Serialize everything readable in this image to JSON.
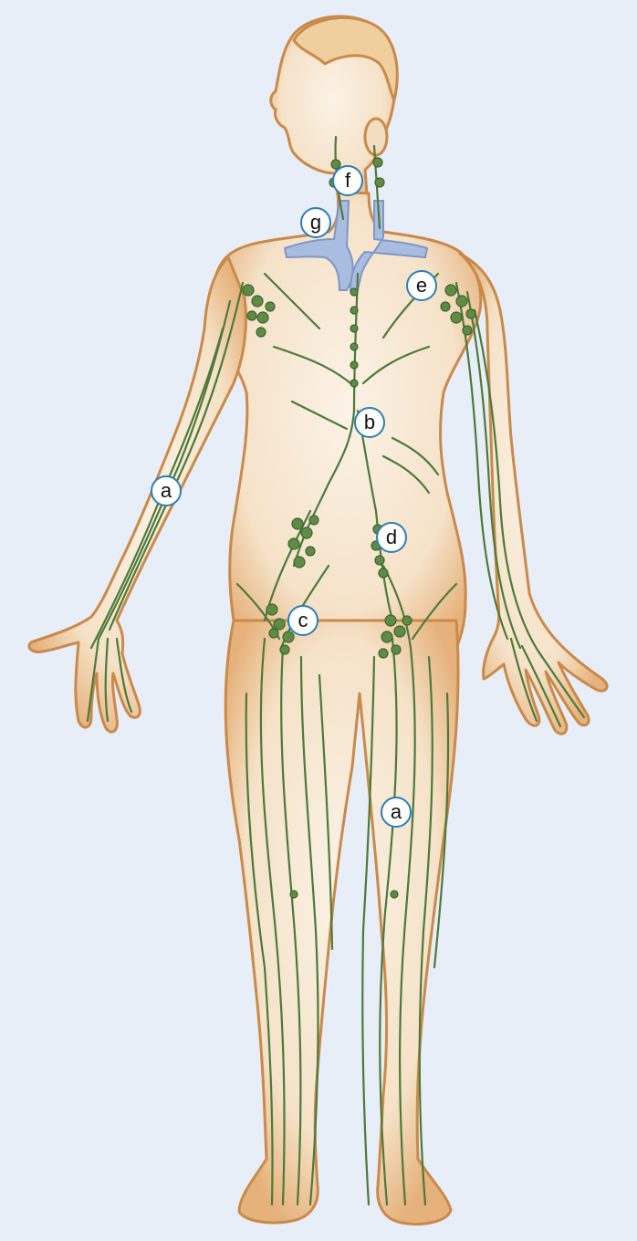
{
  "colors": {
    "background": "#e8eef8",
    "skin": "#f7e6d0",
    "skin_outline": "#c98a4a",
    "skin_shadow": "#e3a86a",
    "lymph_vessel": "#4d7a3a",
    "lymph_node": "#5f8c45",
    "vein": "#a9bde0",
    "badge_border": "#2a7fb8",
    "badge_fill": "#ffffff"
  },
  "labels": [
    {
      "id": "a-arm",
      "text": "a"
    },
    {
      "id": "a-leg",
      "text": "a"
    },
    {
      "id": "b",
      "text": "b"
    },
    {
      "id": "c",
      "text": "c"
    },
    {
      "id": "d",
      "text": "d"
    },
    {
      "id": "e",
      "text": "e"
    },
    {
      "id": "f",
      "text": "f"
    },
    {
      "id": "g",
      "text": "g"
    }
  ]
}
